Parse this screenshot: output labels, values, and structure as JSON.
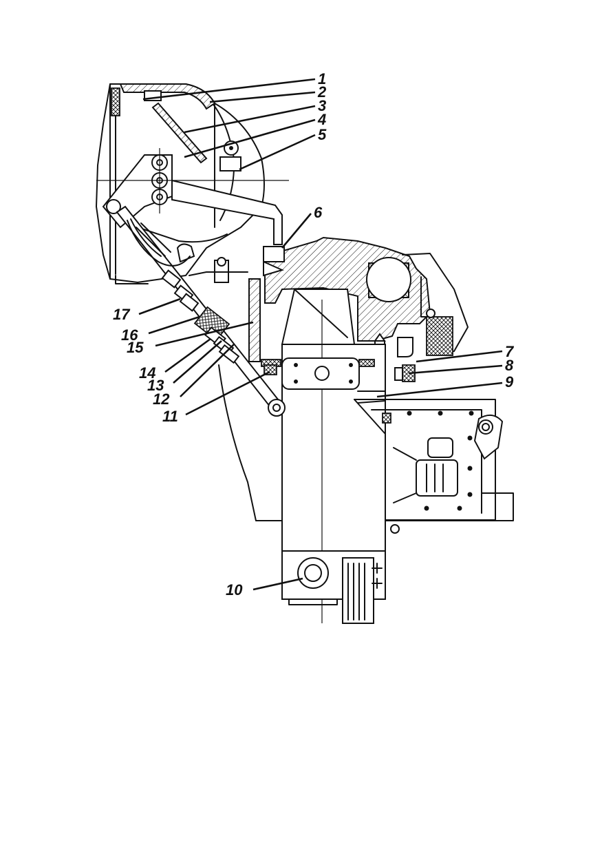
{
  "diagram": {
    "callouts": [
      {
        "id": "c1",
        "text": "1"
      },
      {
        "id": "c2",
        "text": "2"
      },
      {
        "id": "c3",
        "text": "3"
      },
      {
        "id": "c4",
        "text": "4"
      },
      {
        "id": "c5",
        "text": "5"
      },
      {
        "id": "c6",
        "text": "6"
      },
      {
        "id": "c7",
        "text": "7"
      },
      {
        "id": "c8",
        "text": "8"
      },
      {
        "id": "c9",
        "text": "9"
      },
      {
        "id": "c10",
        "text": "10"
      },
      {
        "id": "c11",
        "text": "11"
      },
      {
        "id": "c12",
        "text": "12"
      },
      {
        "id": "c13",
        "text": "13"
      },
      {
        "id": "c14",
        "text": "14"
      },
      {
        "id": "c15",
        "text": "15"
      },
      {
        "id": "c16",
        "text": "16"
      },
      {
        "id": "c17",
        "text": "17"
      }
    ],
    "colors": {
      "ink": "#111111",
      "paper": "#ffffff"
    }
  }
}
